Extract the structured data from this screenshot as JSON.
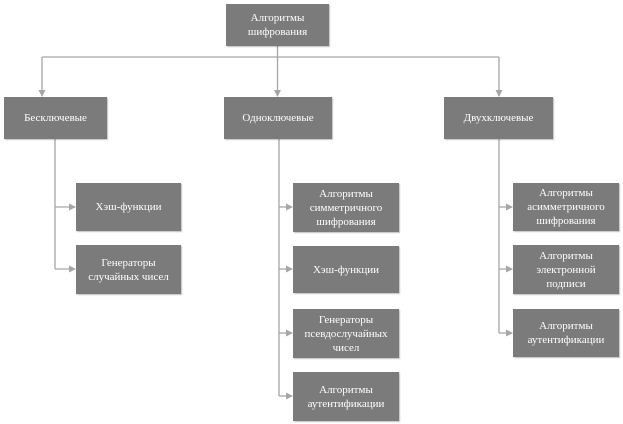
{
  "diagram": {
    "root": {
      "label": "Алгоритмы\nшифрования"
    },
    "categories": [
      {
        "label": "Бесключевые",
        "children": [
          {
            "label": "Хэш-функции"
          },
          {
            "label": "Генераторы\nслучайных чисел"
          }
        ]
      },
      {
        "label": "Одноключевые",
        "children": [
          {
            "label": "Алгоритмы\nсимметричного\nшифрования"
          },
          {
            "label": "Хэш-функции"
          },
          {
            "label": "Генераторы\nпсевдослучайных\nчисел"
          },
          {
            "label": "Алгоритмы\nаутентификации"
          }
        ]
      },
      {
        "label": "Двухключевые",
        "children": [
          {
            "label": "Алгоритмы\nасимметричного\nшифрования"
          },
          {
            "label": "Алгоритмы\nэлектронной\nподписи"
          },
          {
            "label": "Алгоритмы\nаутентификации"
          }
        ]
      }
    ]
  },
  "colors": {
    "node_fill": "#7b7b7b",
    "node_text": "#ffffff",
    "connector": "#a6a6a6",
    "background": "#ffffff"
  }
}
